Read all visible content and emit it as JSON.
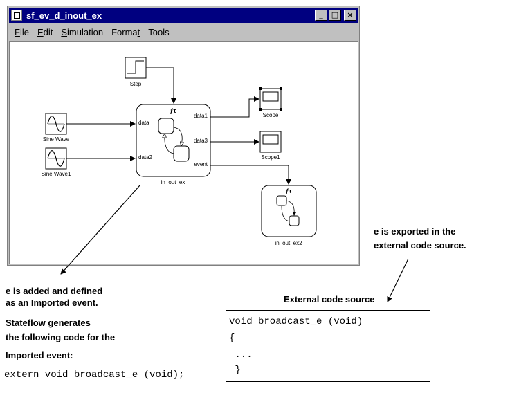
{
  "window": {
    "title": "sf_ev_d_inout_ex",
    "minimize": "_",
    "maximize": "□",
    "close": "×"
  },
  "menu": {
    "file": {
      "u": "F",
      "rest": "ile"
    },
    "edit": {
      "u": "E",
      "rest": "dit"
    },
    "simulation": {
      "u": "S",
      "rest": "imulation"
    },
    "format": {
      "pre": "Forma",
      "u": "t"
    },
    "tools": "Tools"
  },
  "model": {
    "step": "Step",
    "sine_wave": "Sine Wave",
    "sine_wave1": "Sine Wave1",
    "scope": "Scope",
    "scope1": "Scope1",
    "chart1": {
      "name": "in_out_ex",
      "icon_text": "ƒτ",
      "in_ports": [
        "data",
        "data2"
      ],
      "out_ports": [
        "data1",
        "data3",
        "event"
      ]
    },
    "chart2": {
      "name": "in_out_ex2",
      "icon_text": "ƒτ"
    }
  },
  "annotations": {
    "left_line1": "e is added and defined",
    "left_line2": "as an Imported event.",
    "left_line3": "Stateflow generates",
    "left_line4": "the following code for the",
    "left_line5": "Imported event:",
    "left_code": "extern void broadcast_e (void);",
    "right_line1": "e is exported in the",
    "right_line2": "external code source.",
    "code_box_title": "External code source",
    "code_lines": [
      "void broadcast_e (void)",
      "{",
      " ...",
      " }"
    ]
  }
}
